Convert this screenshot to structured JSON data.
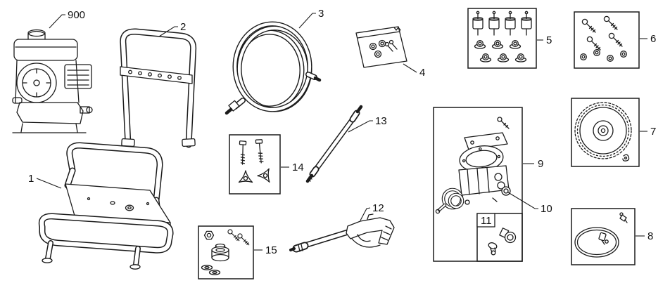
{
  "diagram": {
    "type": "illustrated-parts-diagram",
    "colors": {
      "background": "#ffffff",
      "line": "#1b1b1b"
    },
    "parts": {
      "engine": {
        "label": "900",
        "name": "engine"
      },
      "frame": {
        "label": "1",
        "name": "frame-cradle"
      },
      "handle": {
        "label": "2",
        "name": "handle"
      },
      "hose": {
        "label": "3",
        "name": "high-pressure-hose"
      },
      "bag": {
        "label": "4",
        "name": "hardware-bag"
      },
      "mount_kit": {
        "label": "5",
        "name": "vibration-mount-kit"
      },
      "bolt_kit": {
        "label": "6",
        "name": "bolt-and-washer-kit"
      },
      "wheel": {
        "label": "7",
        "name": "wheel"
      },
      "oring_kit": {
        "label": "8",
        "name": "o-ring-kit"
      },
      "pump": {
        "label": "9",
        "name": "pump-assembly"
      },
      "fitting": {
        "label": "10",
        "name": "outlet-fitting"
      },
      "adapter_kit": {
        "label": "11",
        "name": "fitting-kit"
      },
      "gun": {
        "label": "12",
        "name": "spray-gun"
      },
      "wand": {
        "label": "13",
        "name": "spray-wand"
      },
      "knob_kit": {
        "label": "14",
        "name": "knob-and-bolt-kit"
      },
      "seal_kit": {
        "label": "15",
        "name": "seal-kit"
      }
    }
  }
}
